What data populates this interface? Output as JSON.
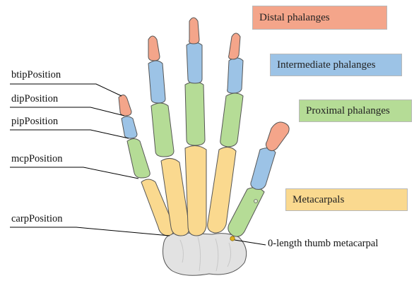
{
  "legend": {
    "distal": "Distal phalanges",
    "intermediate": "Intermediate phalanges",
    "proximal": "Proximal phalanges",
    "metacarpals": "Metacarpals"
  },
  "labels": {
    "btip": "btipPosition",
    "dip": "dipPosition",
    "pip": "pipPosition",
    "mcp": "mcpPosition",
    "carp": "carpPosition",
    "thumb_metacarpal": "0-length thumb metacarpal"
  },
  "colors": {
    "distal": "#f4a58a",
    "intermediate": "#9cc3e6",
    "proximal": "#b5dc96",
    "metacarpal": "#fad98f",
    "carpal": "#e2e2e2",
    "point": "#e0b020"
  }
}
